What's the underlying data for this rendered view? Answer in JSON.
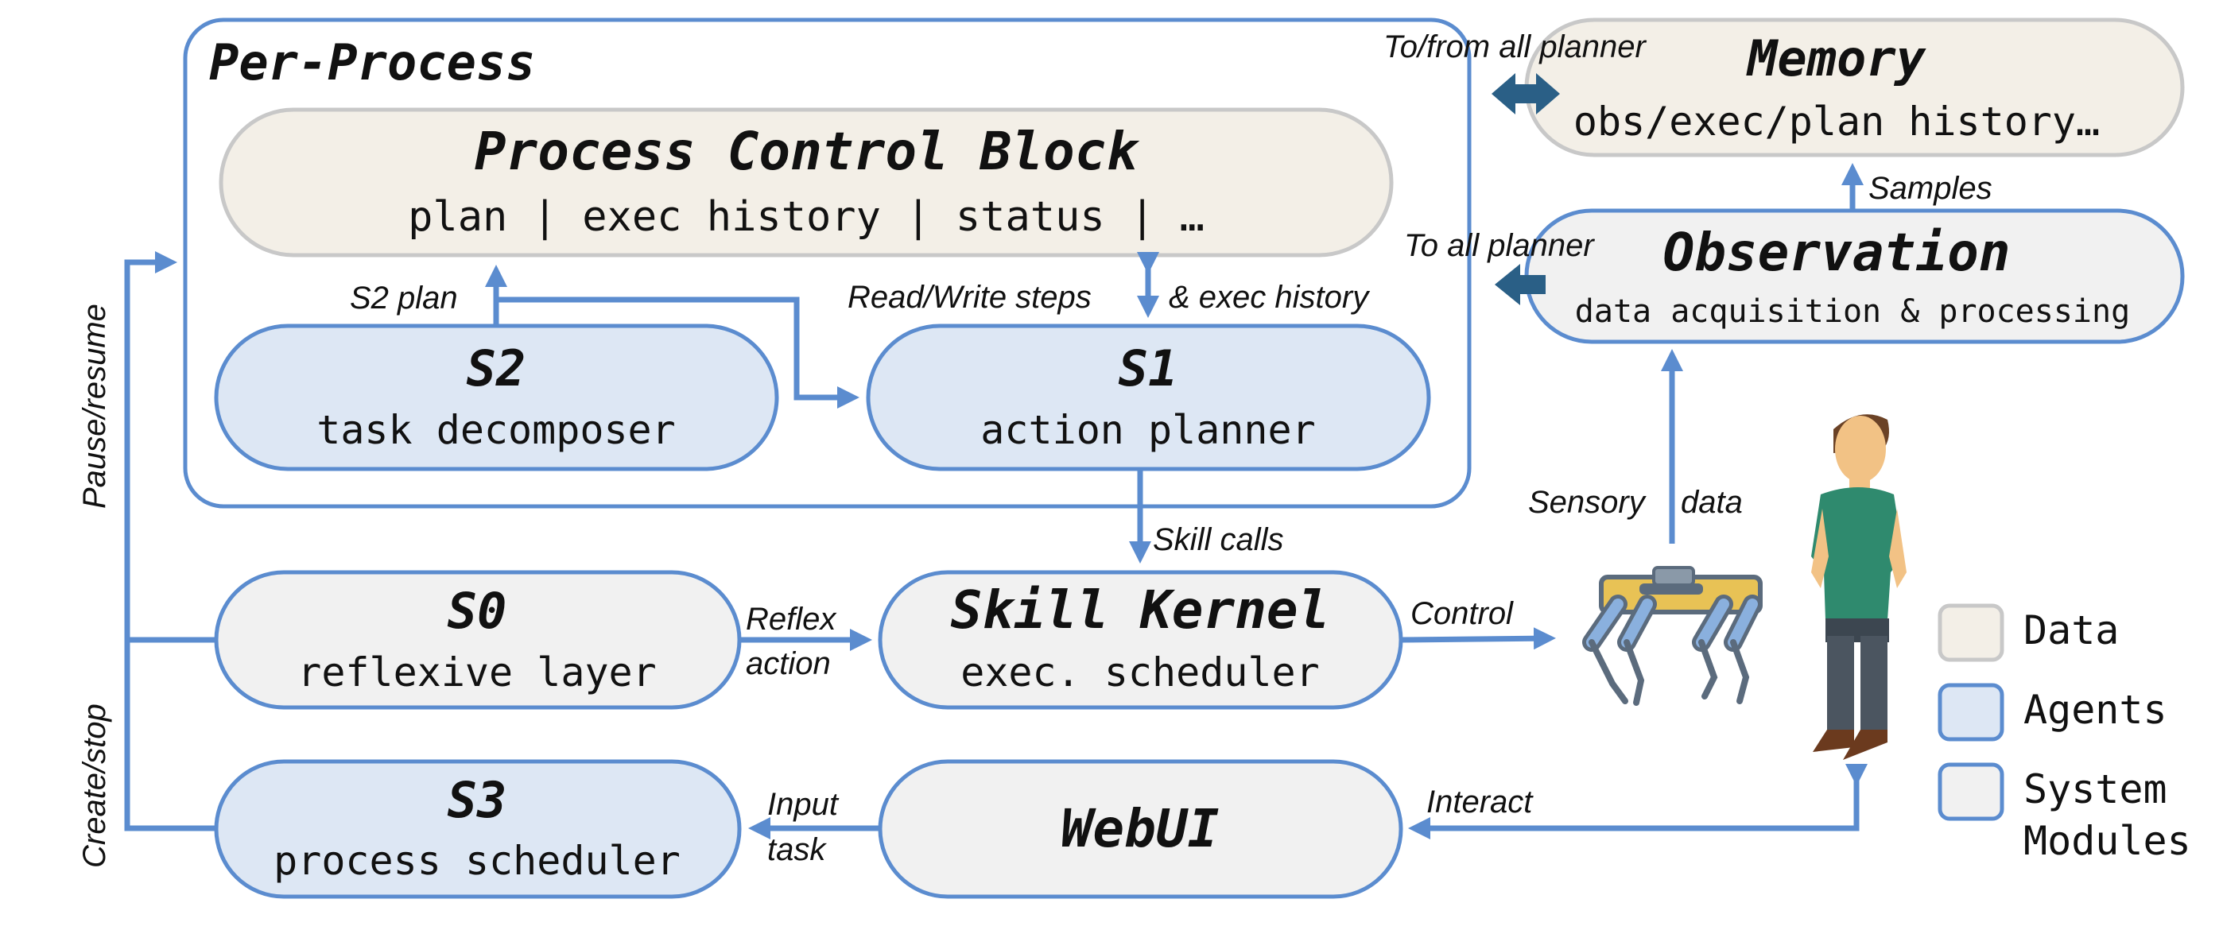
{
  "colors": {
    "data_fill": "#f3efe7",
    "agent_fill": "#dde7f4",
    "module_fill": "#f1f1f1",
    "stroke_blue": "#5b8ccf",
    "stroke_gray": "#c8c8c8",
    "dark_arrow": "#2a5f86"
  },
  "groups": {
    "per_process": "Per-Process"
  },
  "nodes": {
    "pcb": {
      "title": "Process Control Block",
      "subtitle": "plan | exec history | status | …"
    },
    "s2": {
      "title": "S2",
      "subtitle": "task decomposer"
    },
    "s1": {
      "title": "S1",
      "subtitle": "action planner"
    },
    "memory": {
      "title": "Memory",
      "subtitle": "obs/exec/plan history…"
    },
    "observation": {
      "title": "Observation",
      "subtitle": "data acquisition & processing"
    },
    "s0": {
      "title": "S0",
      "subtitle": "reflexive layer"
    },
    "skill_kernel": {
      "title": "Skill Kernel",
      "subtitle": "exec. scheduler"
    },
    "s3": {
      "title": "S3",
      "subtitle": "process scheduler"
    },
    "webui": {
      "title": "WebUI"
    }
  },
  "edge_labels": {
    "to_from_all_planner": "To/from all planner",
    "to_all_planner": "To all planner",
    "samples": "Samples",
    "s2_plan": "S2 plan",
    "read_write_steps": "Read/Write steps",
    "exec_history": "& exec history",
    "skill_calls": "Skill calls",
    "reflex": "Reflex",
    "action": "action",
    "control": "Control",
    "sensory": "Sensory",
    "data": "data",
    "input": "Input",
    "task": "task",
    "interact": "Interact",
    "pause_resume": "Pause/resume",
    "create_stop": "Create/stop"
  },
  "legend": {
    "data": "Data",
    "agents": "Agents",
    "system_line1": "System",
    "system_line2": "Modules"
  },
  "icons": [
    "robot-dog-icon",
    "person-icon"
  ]
}
